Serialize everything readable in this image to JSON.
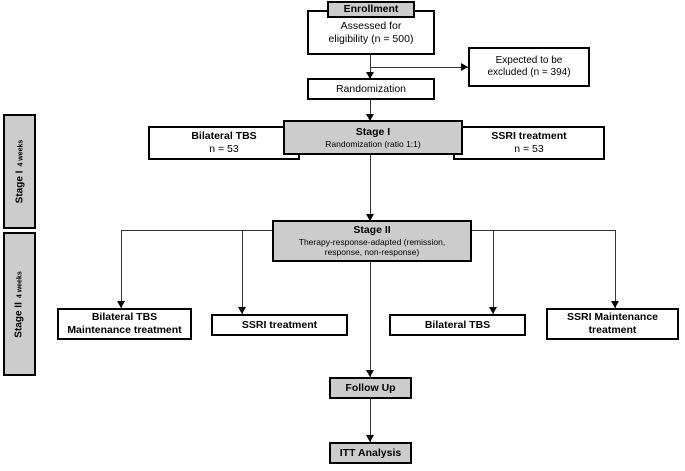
{
  "diagram": {
    "title": "CONSORT-style trial flow diagram",
    "colors": {
      "box_fill": "#ffffff",
      "highlight_fill": "#cccccc",
      "border": "#000000",
      "connector": "#333333"
    },
    "rails": [
      {
        "name": "stage-1-rail",
        "main": "Stage I",
        "sub": "4 weeks"
      },
      {
        "name": "stage-2-rail",
        "main": "Stage II",
        "sub": "4 weeks"
      }
    ],
    "nodes": {
      "enrollment": {
        "label": "Enrollment"
      },
      "assessed": {
        "line1": "Assessed for",
        "line2": "eligibility (n = 500)"
      },
      "excluded": {
        "line1": "Expected to be",
        "line2": "excluded (n = 394)"
      },
      "randomization": {
        "label": "Randomization"
      },
      "stage1": {
        "line1": "Stage I",
        "line2": "Randomization  (ratio 1:1)"
      },
      "arm_tbs": {
        "line1": "Bilateral TBS",
        "line2": "n = 53"
      },
      "arm_ssri": {
        "line1": "SSRI treatment",
        "line2": "n = 53"
      },
      "stage2": {
        "line1": "Stage II",
        "line2": "Therapy-response-adapted  (remission,",
        "line3": "response, non-response)"
      },
      "arm2_tbs_maint": {
        "line1": "Bilateral TBS",
        "line2": "Maintenance treatment"
      },
      "arm2_ssri": {
        "line1": "SSRI treatment"
      },
      "arm2_tbs": {
        "line1": "Bilateral TBS"
      },
      "arm2_ssri_maint": {
        "line1": "SSRI Maintenance",
        "line2": "treatment"
      },
      "follow_up": {
        "label": "Follow Up"
      },
      "itt": {
        "label": "ITT Analysis"
      }
    }
  }
}
